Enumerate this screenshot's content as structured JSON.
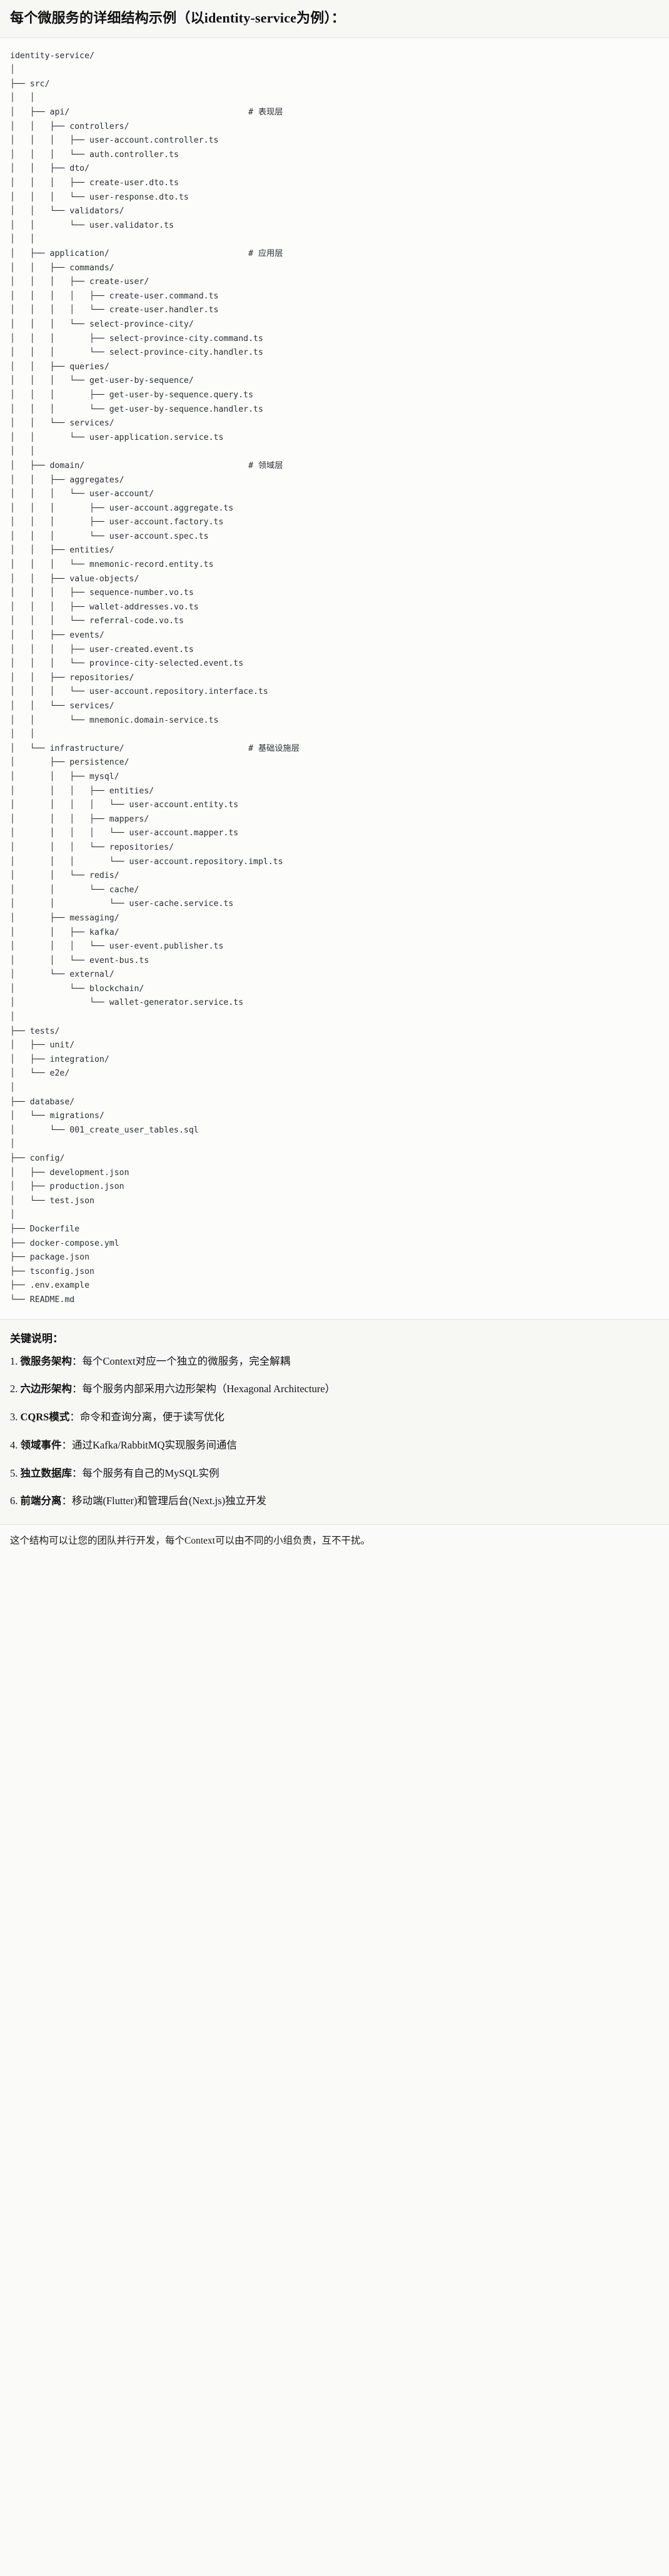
{
  "header": {
    "title": "每个微服务的详细结构示例（以identity-service为例）："
  },
  "tree": {
    "root_label": "identity-service/",
    "comments": {
      "api": "# 表现层",
      "application": "# 应用层",
      "domain": "# 领域层",
      "infrastructure": "# 基础设施层"
    },
    "text": "identity-service/\n│\n├── src/\n│   │\n│   ├── api/                                    # 表现层\n│   │   ├── controllers/\n│   │   │   ├── user-account.controller.ts\n│   │   │   └── auth.controller.ts\n│   │   ├── dto/\n│   │   │   ├── create-user.dto.ts\n│   │   │   └── user-response.dto.ts\n│   │   └── validators/\n│   │       └── user.validator.ts\n│   │\n│   ├── application/                            # 应用层\n│   │   ├── commands/\n│   │   │   ├── create-user/\n│   │   │   │   ├── create-user.command.ts\n│   │   │   │   └── create-user.handler.ts\n│   │   │   └── select-province-city/\n│   │   │       ├── select-province-city.command.ts\n│   │   │       └── select-province-city.handler.ts\n│   │   ├── queries/\n│   │   │   └── get-user-by-sequence/\n│   │   │       ├── get-user-by-sequence.query.ts\n│   │   │       └── get-user-by-sequence.handler.ts\n│   │   └── services/\n│   │       └── user-application.service.ts\n│   │\n│   ├── domain/                                 # 领域层\n│   │   ├── aggregates/\n│   │   │   └── user-account/\n│   │   │       ├── user-account.aggregate.ts\n│   │   │       ├── user-account.factory.ts\n│   │   │       └── user-account.spec.ts\n│   │   ├── entities/\n│   │   │   └── mnemonic-record.entity.ts\n│   │   ├── value-objects/\n│   │   │   ├── sequence-number.vo.ts\n│   │   │   ├── wallet-addresses.vo.ts\n│   │   │   └── referral-code.vo.ts\n│   │   ├── events/\n│   │   │   ├── user-created.event.ts\n│   │   │   └── province-city-selected.event.ts\n│   │   ├── repositories/\n│   │   │   └── user-account.repository.interface.ts\n│   │   └── services/\n│   │       └── mnemonic.domain-service.ts\n│   │\n│   └── infrastructure/                         # 基础设施层\n│       ├── persistence/\n│       │   ├── mysql/\n│       │   │   ├── entities/\n│       │   │   │   └── user-account.entity.ts\n│       │   │   ├── mappers/\n│       │   │   │   └── user-account.mapper.ts\n│       │   │   └── repositories/\n│       │   │       └── user-account.repository.impl.ts\n│       │   └── redis/\n│       │       └── cache/\n│       │           └── user-cache.service.ts\n│       ├── messaging/\n│       │   ├── kafka/\n│       │   │   └── user-event.publisher.ts\n│       │   └── event-bus.ts\n│       └── external/\n│           └── blockchain/\n│               └── wallet-generator.service.ts\n│\n├── tests/\n│   ├── unit/\n│   ├── integration/\n│   └── e2e/\n│\n├── database/\n│   └── migrations/\n│       └── 001_create_user_tables.sql\n│\n├── config/\n│   ├── development.json\n│   ├── production.json\n│   └── test.json\n│\n├── Dockerfile\n├── docker-compose.yml\n├── package.json\n├── tsconfig.json\n├── .env.example\n└── README.md"
  },
  "notes": {
    "title": "关键说明：",
    "items": [
      {
        "term": "微服务架构",
        "sep": "：",
        "desc": "每个Context对应一个独立的微服务，完全解耦"
      },
      {
        "term": "六边形架构",
        "sep": "：",
        "desc": "每个服务内部采用六边形架构（Hexagonal Architecture）"
      },
      {
        "term": "CQRS模式",
        "sep": "：",
        "desc": "命令和查询分离，便于读写优化"
      },
      {
        "term": "领域事件",
        "sep": "：",
        "desc": "通过Kafka/RabbitMQ实现服务间通信"
      },
      {
        "term": "独立数据库",
        "sep": "：",
        "desc": "每个服务有自己的MySQL实例"
      },
      {
        "term": "前端分离",
        "sep": "：",
        "desc": "移动端(Flutter)和管理后台(Next.js)独立开发"
      }
    ]
  },
  "footer": {
    "text": "这个结构可以让您的团队并行开发，每个Context可以由不同的小组负责，互不干扰。"
  }
}
